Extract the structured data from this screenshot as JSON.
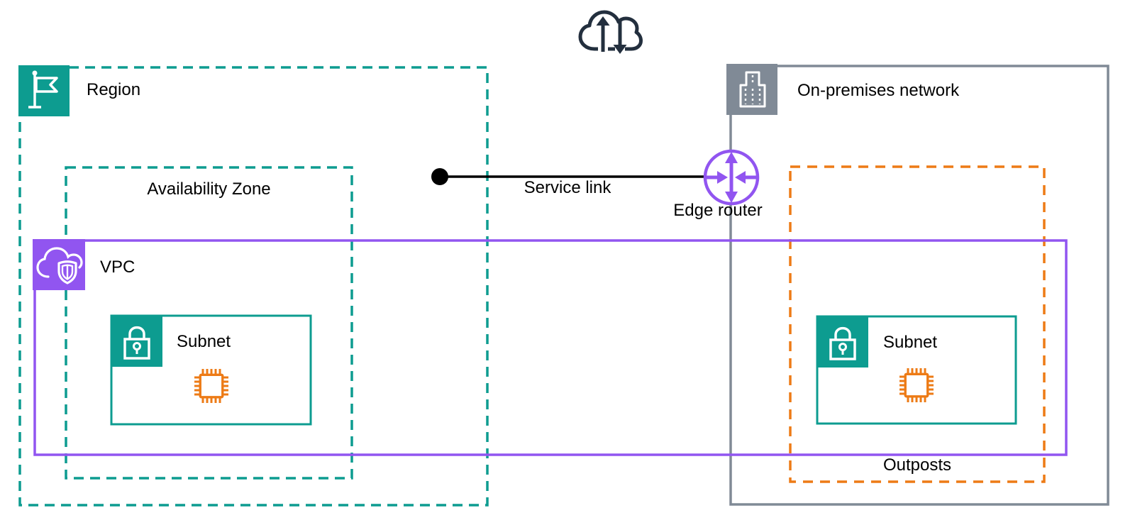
{
  "diagram": {
    "title_hint": "AWS Outposts service link architecture",
    "cloud": {
      "icon": "cloud-up-down-arrows-icon",
      "color": "#232F3E"
    },
    "region": {
      "label": "Region",
      "icon": "flag-icon",
      "color": "#0D9C90"
    },
    "availability_zone": {
      "label": "Availability Zone",
      "color": "#0D9C90"
    },
    "vpc": {
      "label": "VPC",
      "icon": "cloud-shield-icon",
      "color": "#9155F0"
    },
    "subnets": [
      {
        "label": "Subnet",
        "icon": "lock-icon",
        "content_icon": "cpu-chip-icon",
        "border_color": "#0D9C90",
        "chip_color": "#ED7B16"
      },
      {
        "label": "Subnet",
        "icon": "lock-icon",
        "content_icon": "cpu-chip-icon",
        "border_color": "#0D9C90",
        "chip_color": "#ED7B16"
      }
    ],
    "on_premises": {
      "label": "On-premises network",
      "icon": "building-icon",
      "color": "#808A96"
    },
    "outposts": {
      "label": "Outposts",
      "color": "#ED7B16"
    },
    "service_link": {
      "label": "Service link",
      "line_color": "#000000"
    },
    "edge_router": {
      "label": "Edge router",
      "icon": "router-arrows-icon",
      "color": "#9155F0"
    }
  }
}
